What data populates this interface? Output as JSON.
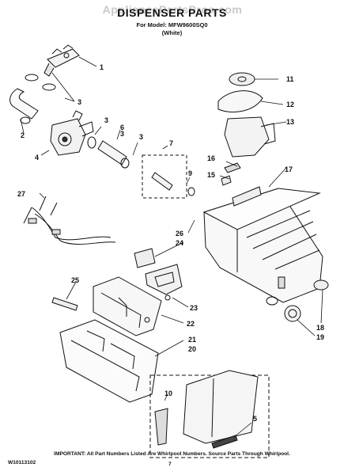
{
  "watermark": "AppliancePartsPros.com",
  "title": "DISPENSER PARTS",
  "model_line": "For Model: MFW9600SQ0",
  "color_line": "(White)",
  "callouts": [
    "1",
    "3",
    "3",
    "3",
    "2",
    "4",
    "6",
    "3",
    "7",
    "9",
    "11",
    "12",
    "13",
    "16",
    "15",
    "17",
    "27",
    "26",
    "24",
    "25",
    "23",
    "22",
    "21",
    "20",
    "18",
    "19",
    "10",
    "5"
  ],
  "footer_note": "IMPORTANT: All Part Numbers Listed Are Whirlpool Numbers. Source Parts Through Whirlpool.",
  "document_number": "W10113102",
  "page_number": "7"
}
